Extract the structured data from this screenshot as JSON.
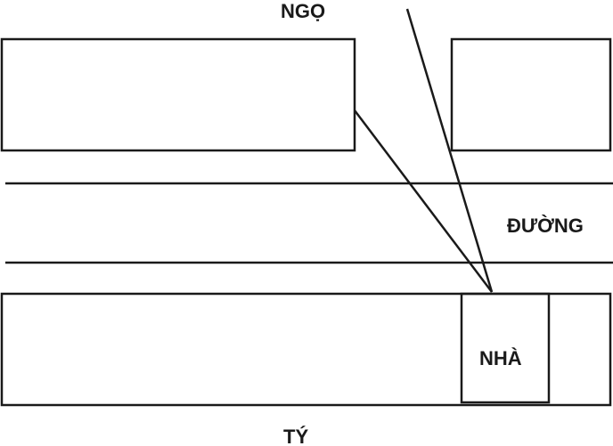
{
  "labels": {
    "north": "NGỌ",
    "road": "ĐƯỜNG",
    "house": "NHÀ",
    "south": "TÝ"
  },
  "colors": {
    "stroke": "#1a1a1a",
    "background": "#ffffff"
  }
}
